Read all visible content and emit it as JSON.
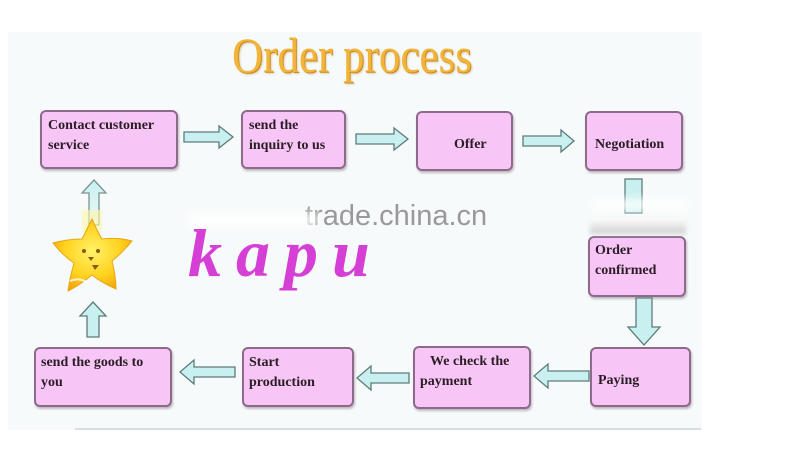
{
  "title": "Order process",
  "watermark": "trade.china.cn",
  "brand": "kapu",
  "colors": {
    "box_fill": "#f7c6f7",
    "box_border": "#8e6a8a",
    "arrow_fill": "#c9f0f0",
    "arrow_stroke": "#5f7b7b",
    "title_color": "#f2b53a",
    "brand_color": "#d63fd6",
    "watermark_color": "#8f8f8f"
  },
  "steps": [
    {
      "id": "contact",
      "lines": [
        "Contact customer",
        "service"
      ]
    },
    {
      "id": "inquiry",
      "lines": [
        "send the",
        "inquiry to us"
      ]
    },
    {
      "id": "offer",
      "lines": [
        "Offer"
      ]
    },
    {
      "id": "negotiation",
      "lines": [
        "Negotiation"
      ]
    },
    {
      "id": "order-confirmed",
      "lines": [
        "Order",
        "confirmed"
      ]
    },
    {
      "id": "paying",
      "lines": [
        "Paying"
      ]
    },
    {
      "id": "check-payment",
      "lines": [
        "We check the",
        "payment"
      ]
    },
    {
      "id": "start-production",
      "lines": [
        "Start",
        "production"
      ]
    },
    {
      "id": "send-goods",
      "lines": [
        "send the goods to",
        "you"
      ]
    }
  ],
  "icons": {
    "mascot": "star-mascot-icon",
    "arrow_right": "arrow-right-icon",
    "arrow_left": "arrow-left-icon",
    "arrow_down": "arrow-down-icon",
    "arrow_up": "arrow-up-icon"
  }
}
